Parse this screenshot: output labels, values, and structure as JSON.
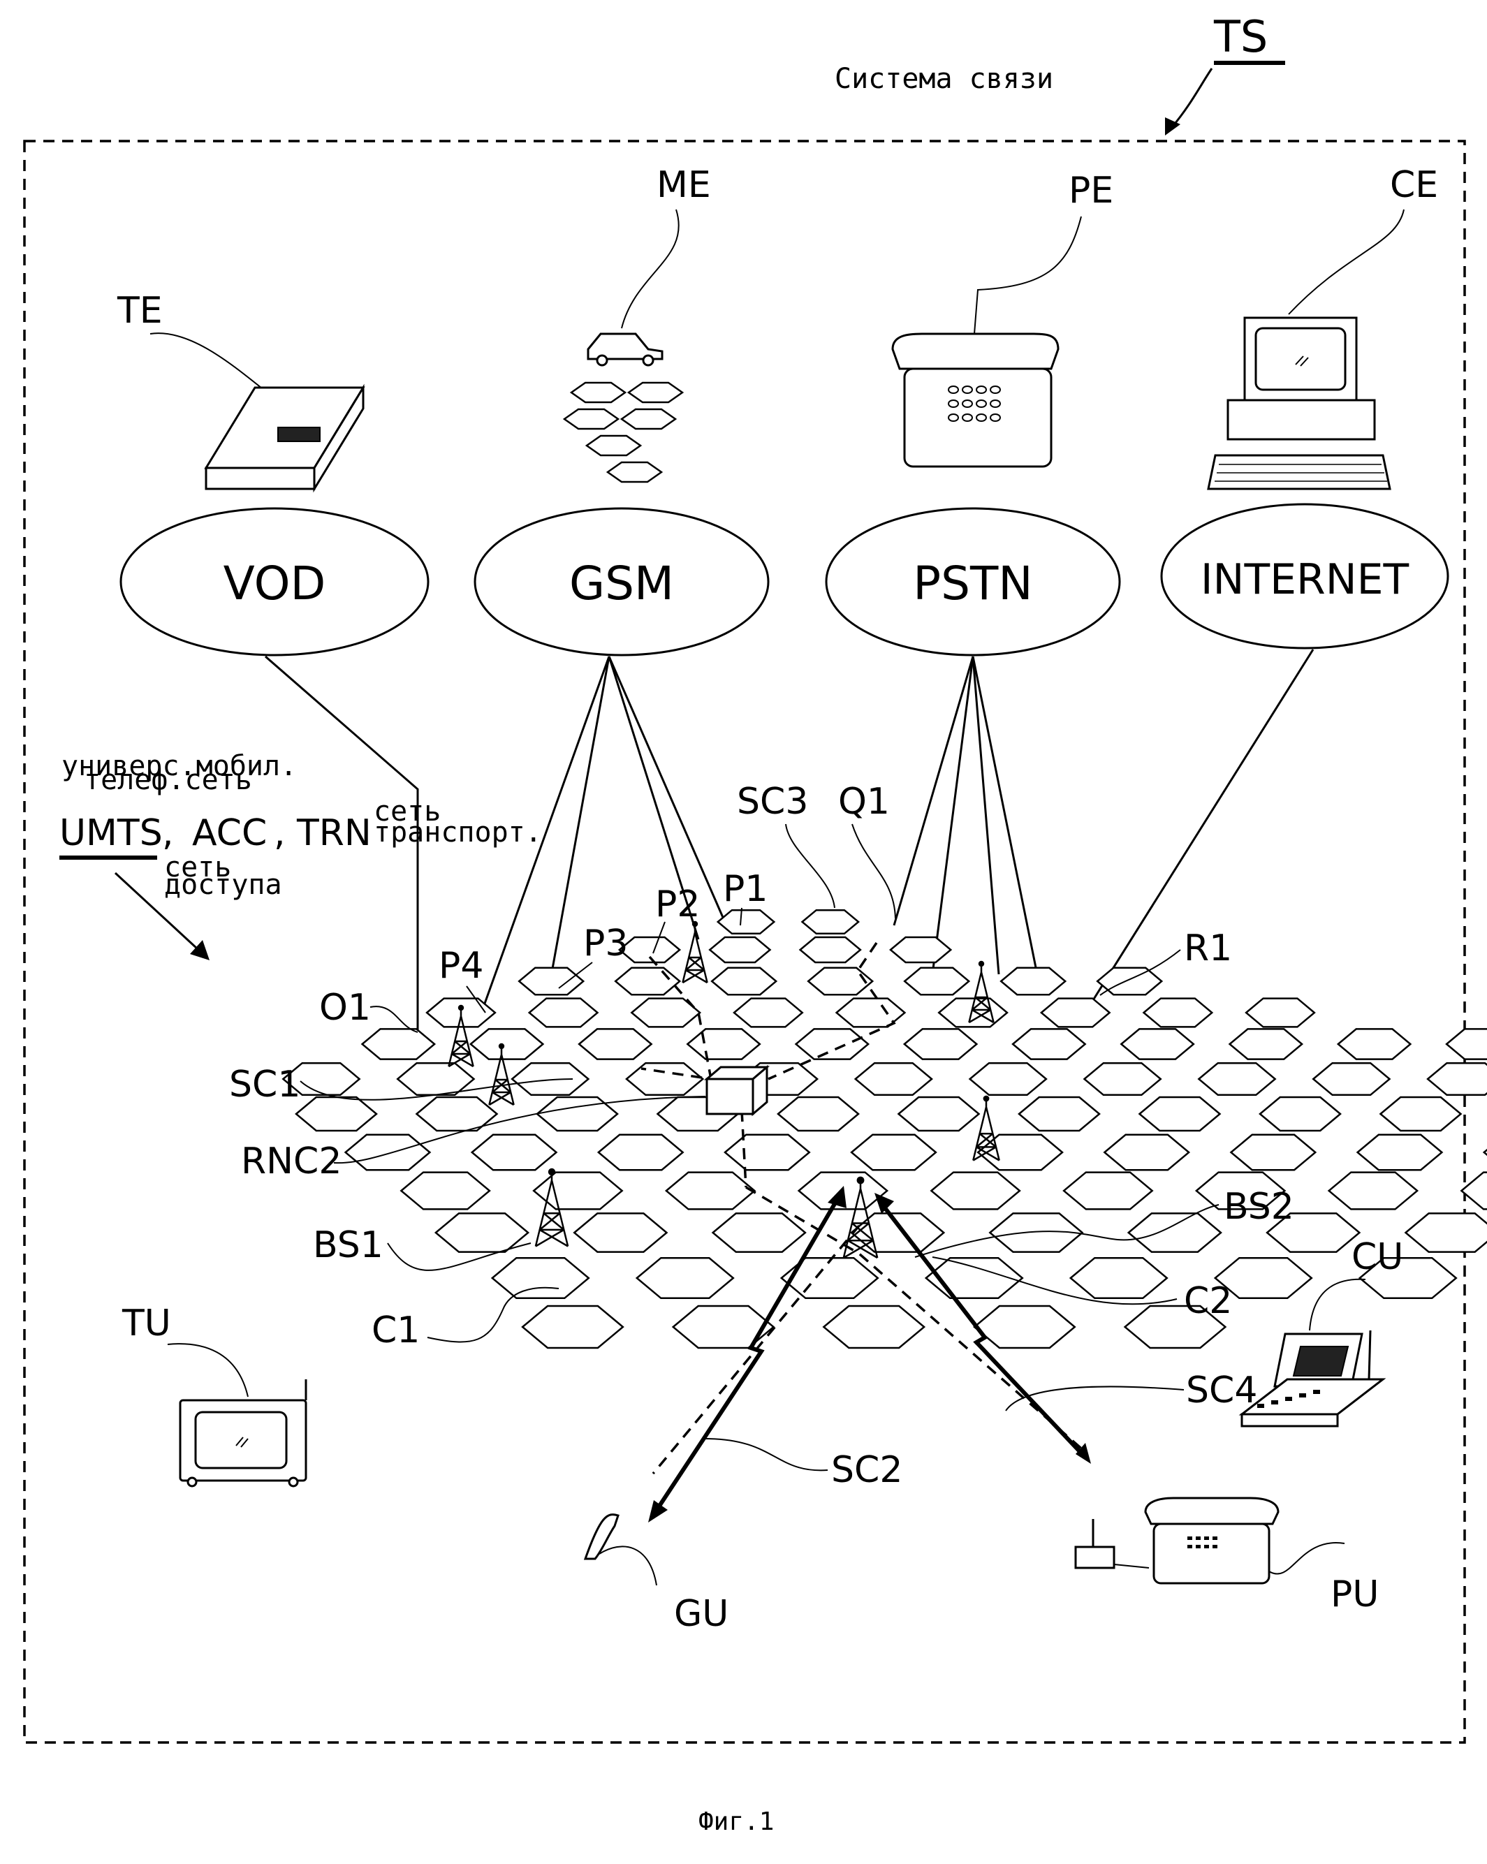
{
  "title_top": "Система связи",
  "ts_label": "TS",
  "figure_caption": "Фиг.1",
  "networks": {
    "vod": "VOD",
    "gsm": "GSM",
    "pstn": "PSTN",
    "internet": "INTERNET"
  },
  "terminals": {
    "te": "TE",
    "me": "ME",
    "pe": "PE",
    "ce": "CE",
    "tu": "TU",
    "cu": "CU",
    "gu": "GU",
    "pu": "PU"
  },
  "umts_block": {
    "umts_label": "UMTS",
    "acc_label": "ACC",
    "trn_label": "TRN",
    "umts_note_line1": "универс.мобил.",
    "umts_note_line2": "телеф.сеть",
    "trn_note_line1": "сеть",
    "trn_note_line2": "транспорт.",
    "acc_note_line1": "сеть",
    "acc_note_line2": "доступа"
  },
  "network_labels": {
    "sc1": "SC1",
    "sc2": "SC2",
    "sc3": "SC3",
    "sc4": "SC4",
    "q1": "Q1",
    "p1": "P1",
    "p2": "P2",
    "p3": "P3",
    "p4": "P4",
    "o1": "O1",
    "r1": "R1",
    "rnc2": "RNC2",
    "bs1": "BS1",
    "bs2": "BS2",
    "c1": "C1",
    "c2": "C2"
  }
}
